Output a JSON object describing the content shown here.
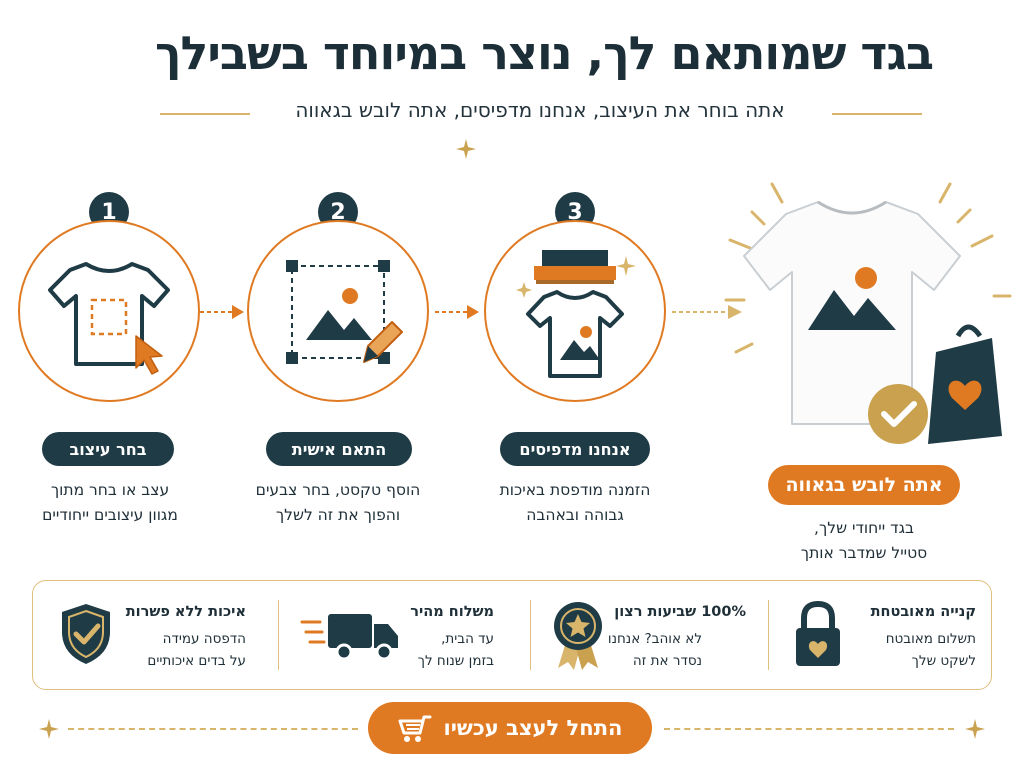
{
  "header": {
    "title": "בגד שמותאם לך, נוצר במיוחד בשבילך",
    "subtitle": "אתה בוחר את העיצוב, אנחנו מדפיסים, אתה לובש בגאווה"
  },
  "steps": [
    {
      "number": "1",
      "label": "בחר עיצוב",
      "desc_line1": "עצב או בחר מתוך",
      "desc_line2": "מגוון עיצובים ייחודיים"
    },
    {
      "number": "2",
      "label": "התאם אישית",
      "desc_line1": "הוסף טקסט, בחר צבעים",
      "desc_line2": "והפוך את זה לשלך"
    },
    {
      "number": "3",
      "label": "אנחנו מדפיסים",
      "desc_line1": "הזמנה מודפסת באיכות",
      "desc_line2": "גבוהה ובאהבה"
    }
  ],
  "result": {
    "label": "אתה לובש בגאווה",
    "desc_line1": "בגד ייחודי שלך,",
    "desc_line2": "סטייל שמדבר אותך"
  },
  "benefits": [
    {
      "title": "קנייה מאובטחת",
      "line1": "תשלום מאובטח",
      "line2": "לשקט שלך",
      "icon": "lock-heart-icon"
    },
    {
      "title": "100% שביעות רצון",
      "line1": "לא אוהב? אנחנו",
      "line2": "נסדר את זה",
      "icon": "award-ribbon-icon"
    },
    {
      "title": "משלוח מהיר",
      "line1": "עד הבית,",
      "line2": "בזמן שנוח לך",
      "icon": "delivery-truck-icon"
    },
    {
      "title": "איכות ללא פשרות",
      "line1": "הדפסה עמידה",
      "line2": "על בדים איכותיים",
      "icon": "shield-check-icon"
    }
  ],
  "cta": {
    "label": "התחל לעצב עכשיו",
    "icon": "shopping-cart-icon"
  },
  "colors": {
    "navy": "#1f3b46",
    "orange": "#e07a22",
    "gold": "#d8b56a"
  }
}
